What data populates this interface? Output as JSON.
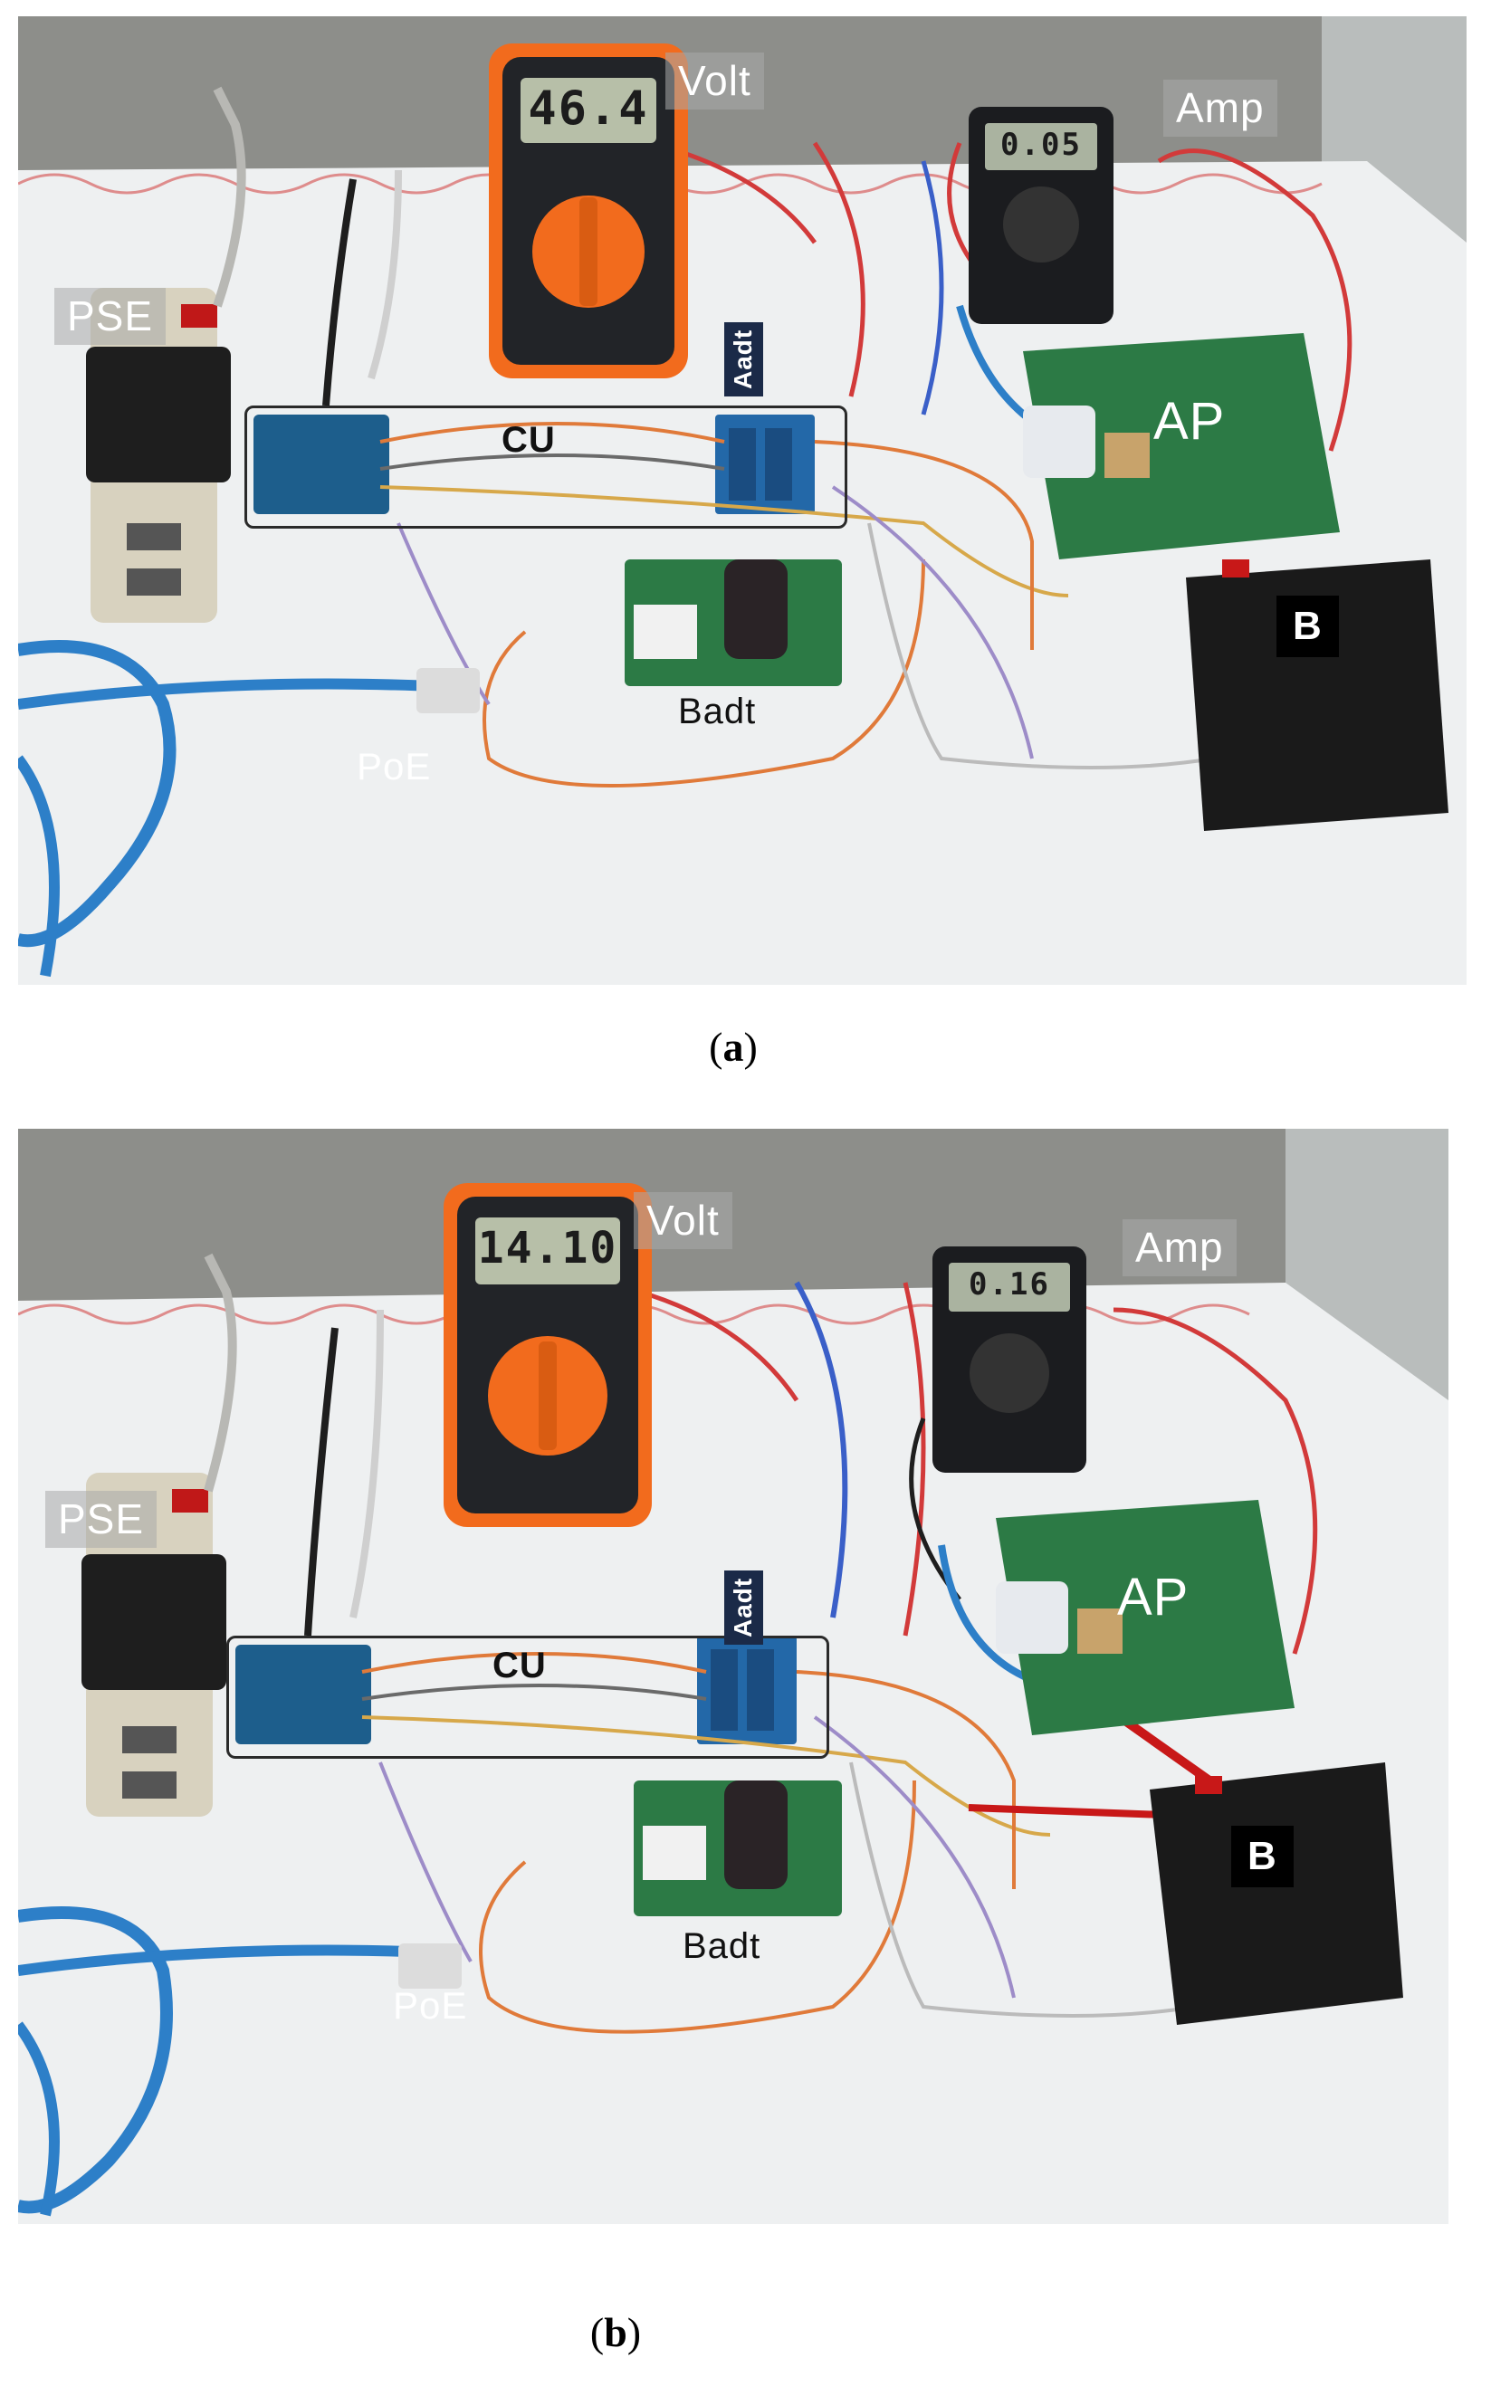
{
  "panel_a": {
    "labels": {
      "volt": "Volt",
      "amp": "Amp",
      "pse": "PSE",
      "cu": "CU",
      "aadt": "Aadt",
      "ap": "AP",
      "b": "B",
      "badt": "Badt",
      "poe": "PoE"
    },
    "volt_reading": "46.4",
    "amp_reading": "0.05",
    "caption_letter": "a"
  },
  "panel_b": {
    "labels": {
      "volt": "Volt",
      "amp": "Amp",
      "pse": "PSE",
      "cu": "CU",
      "aadt": "Aadt",
      "ap": "AP",
      "b": "B",
      "badt": "Badt",
      "poe": "PoE"
    },
    "volt_reading": "14.10",
    "amp_reading": "0.16",
    "caption_letter": "b"
  },
  "colors": {
    "cloth": "#eef0f1",
    "wall": "#8e8f8a",
    "cable": "#2d7fc8",
    "pcb": "#2c7a45",
    "meter_orange": "#f26b1d",
    "meter_dark": "#222428"
  }
}
